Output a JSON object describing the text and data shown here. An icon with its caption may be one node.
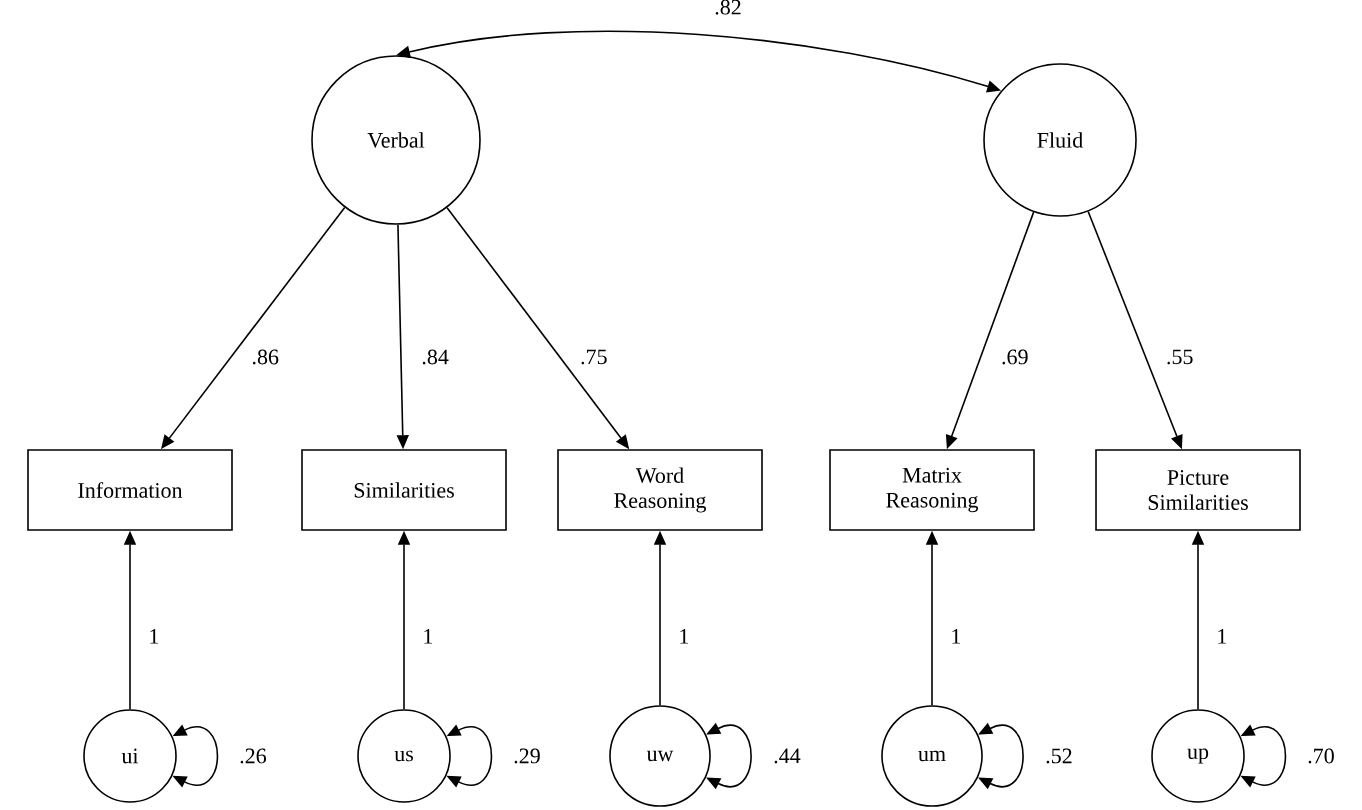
{
  "diagram": {
    "nodes": [
      {
        "text": [
          "Verbal"
        ]
      },
      {
        "text": [
          "Fluid"
        ]
      },
      {
        "text": [
          "Information"
        ]
      },
      {
        "text": [
          "Similarities"
        ]
      },
      {
        "text": [
          "Word Reasoning"
        ]
      },
      {
        "text": [
          "Matrix Reasoning"
        ]
      },
      {
        "text": [
          "Picture Similarities"
        ]
      },
      {
        "text": [
          "ui"
        ]
      },
      {
        "text": [
          "us"
        ]
      },
      {
        "text": [
          "uw"
        ]
      },
      {
        "text": [
          "um"
        ]
      },
      {
        "text": [
          "up"
        ]
      }
    ],
    "edges": [
      {
        "from": 0,
        "to": 1,
        "arrow": "both",
        "label": ".82"
      },
      {
        "from": 0,
        "to": 2,
        "arrow": "to",
        "label": ".86"
      },
      {
        "from": 0,
        "to": 3,
        "arrow": "to",
        "label": ".84"
      },
      {
        "from": 0,
        "to": 4,
        "arrow": "to",
        "label": ".75"
      },
      {
        "from": 1,
        "to": 5,
        "arrow": "to",
        "label": ".69"
      },
      {
        "from": 1,
        "to": 6,
        "arrow": "to",
        "label": ".55"
      },
      {
        "from": 7,
        "to": 2,
        "arrow": "to",
        "label": "1"
      },
      {
        "from": 8,
        "to": 3,
        "arrow": "to",
        "label": "1"
      },
      {
        "from": 9,
        "to": 4,
        "arrow": "to",
        "label": "1"
      },
      {
        "from": 10,
        "to": 5,
        "arrow": "to",
        "label": "1"
      },
      {
        "from": 11,
        "to": 6,
        "arrow": "to",
        "label": "1"
      },
      {
        "from": 7,
        "to": 7,
        "arrow": "both",
        "label": ".26"
      },
      {
        "from": 8,
        "to": 8,
        "arrow": "both",
        "label": ".29"
      },
      {
        "from": 9,
        "to": 9,
        "arrow": "both",
        "label": ".44"
      },
      {
        "from": 10,
        "to": 10,
        "arrow": "both",
        "label": ".52"
      },
      {
        "from": 11,
        "to": 11,
        "arrow": "both",
        "label": ".70"
      }
    ]
  }
}
